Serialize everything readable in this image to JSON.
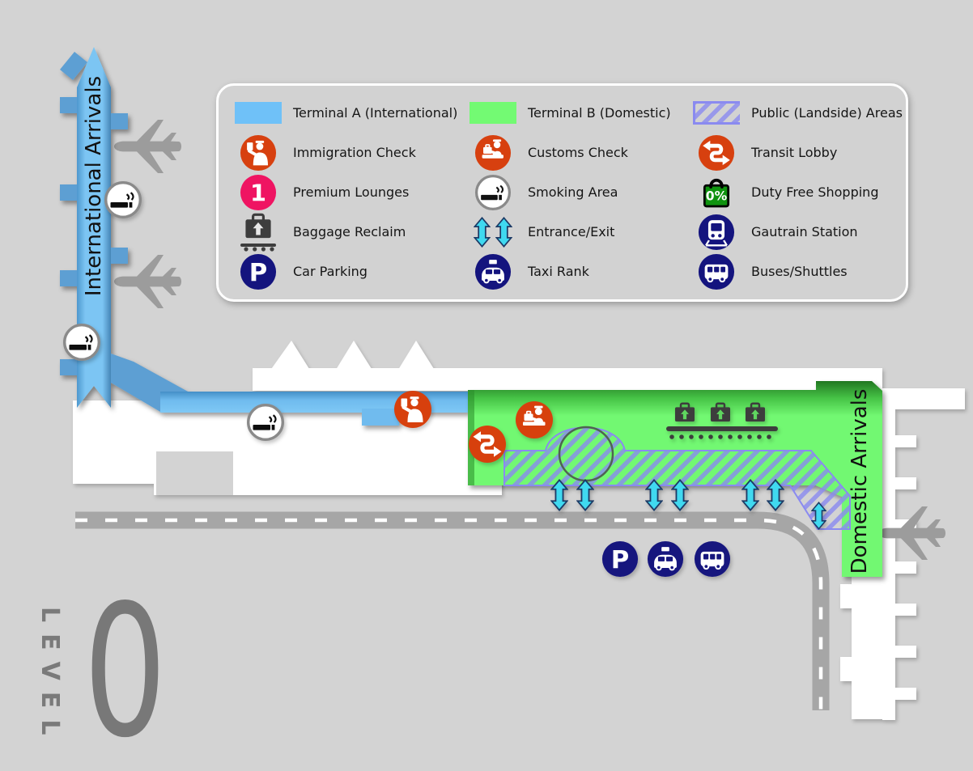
{
  "level": {
    "label": "LEVEL",
    "number": "0"
  },
  "map": {
    "labels": {
      "international": "International Arrivals",
      "domestic": "Domestic Arrivals"
    },
    "colors": {
      "background": "#d3d3d3",
      "terminal_a_blue": "#6fc1f8",
      "terminal_b_green": "#73fa73",
      "public_area_stripe": "#8a8af0",
      "building_white": "#ffffff",
      "road_gray": "#a6a6a6",
      "plane_gray": "#9c9c9c",
      "level_text_gray": "#7a7a7a"
    }
  },
  "legend": {
    "rows": [
      [
        {
          "icon": "terminal-a-swatch",
          "label": "Terminal A (International)"
        },
        {
          "icon": "terminal-b-swatch",
          "label": "Terminal B (Domestic)"
        },
        {
          "icon": "public-areas-swatch",
          "label": "Public (Landside) Areas"
        }
      ],
      [
        {
          "icon": "immigration-check-icon",
          "label": "Immigration Check"
        },
        {
          "icon": "customs-check-icon",
          "label": "Customs Check"
        },
        {
          "icon": "transit-lobby-icon",
          "label": "Transit Lobby"
        }
      ],
      [
        {
          "icon": "premium-lounges-icon",
          "label": "Premium Lounges"
        },
        {
          "icon": "smoking-area-icon",
          "label": "Smoking Area"
        },
        {
          "icon": "duty-free-icon",
          "label": "Duty Free Shopping"
        }
      ],
      [
        {
          "icon": "baggage-reclaim-icon",
          "label": "Baggage Reclaim"
        },
        {
          "icon": "entrance-exit-icon",
          "label": "Entrance/Exit"
        },
        {
          "icon": "gautrain-station-icon",
          "label": "Gautrain Station"
        }
      ],
      [
        {
          "icon": "car-parking-icon",
          "label": "Car Parking"
        },
        {
          "icon": "taxi-rank-icon",
          "label": "Taxi Rank"
        },
        {
          "icon": "buses-shuttles-icon",
          "label": "Buses/Shuttles"
        }
      ]
    ]
  },
  "icons": {
    "lounge_number": "1",
    "dutyfree_text": "0%",
    "parking_letter": "P"
  },
  "icon_colors": {
    "poi_orange": "#d7400f",
    "lounge_pink": "#ef1462",
    "transport_navy": "#14147e",
    "entrance_cyan": "#3fd9f0",
    "dutyfree_green": "#0f930f",
    "baggage_dark": "#3d3d3d",
    "smoking_ring_gray": "#8a8a8a"
  }
}
